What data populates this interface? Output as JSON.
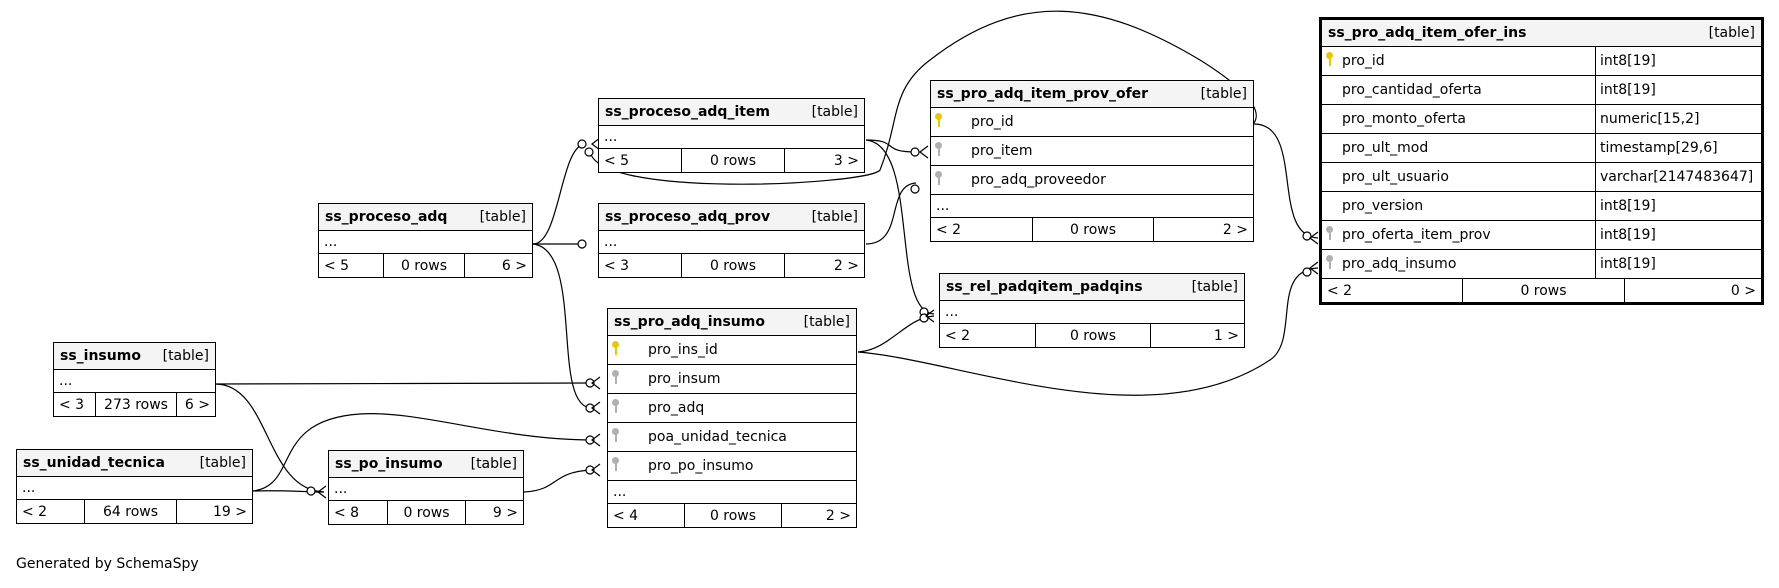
{
  "footer_text": "Generated by SchemaSpy",
  "tables": {
    "ss_proceso_adq_item": {
      "name": "ss_proceso_adq_item",
      "kind": "[table]",
      "dots": "...",
      "foot": [
        "< 5",
        "0 rows",
        "3 >"
      ]
    },
    "ss_proceso_adq": {
      "name": "ss_proceso_adq",
      "kind": "[table]",
      "dots": "...",
      "foot": [
        "< 5",
        "0 rows",
        "6 >"
      ]
    },
    "ss_proceso_adq_prov": {
      "name": "ss_proceso_adq_prov",
      "kind": "[table]",
      "dots": "...",
      "foot": [
        "< 3",
        "0 rows",
        "2 >"
      ]
    },
    "ss_pro_adq_item_prov_ofer": {
      "name": "ss_pro_adq_item_prov_ofer",
      "kind": "[table]",
      "columns": [
        {
          "name": "pro_id",
          "key": "pk"
        },
        {
          "name": "pro_item",
          "key": "fk"
        },
        {
          "name": "pro_adq_proveedor",
          "key": "fk"
        }
      ],
      "dots": "...",
      "foot": [
        "< 2",
        "0 rows",
        "2 >"
      ]
    },
    "ss_rel_padqitem_padqins": {
      "name": "ss_rel_padqitem_padqins",
      "kind": "[table]",
      "dots": "...",
      "foot": [
        "< 2",
        "0 rows",
        "1 >"
      ]
    },
    "ss_pro_adq_insumo": {
      "name": "ss_pro_adq_insumo",
      "kind": "[table]",
      "columns": [
        {
          "name": "pro_ins_id",
          "key": "pk"
        },
        {
          "name": "pro_insum",
          "key": "fk"
        },
        {
          "name": "pro_adq",
          "key": "fk"
        },
        {
          "name": "poa_unidad_tecnica",
          "key": "fk"
        },
        {
          "name": "pro_po_insumo",
          "key": "fk"
        }
      ],
      "dots": "...",
      "foot": [
        "< 4",
        "0 rows",
        "2 >"
      ]
    },
    "ss_insumo": {
      "name": "ss_insumo",
      "kind": "[table]",
      "dots": "...",
      "foot": [
        "< 3",
        "273 rows",
        "6 >"
      ]
    },
    "ss_unidad_tecnica": {
      "name": "ss_unidad_tecnica",
      "kind": "[table]",
      "dots": "...",
      "foot": [
        "< 2",
        "64 rows",
        "19 >"
      ]
    },
    "ss_po_insumo": {
      "name": "ss_po_insumo",
      "kind": "[table]",
      "dots": "...",
      "foot": [
        "< 8",
        "0 rows",
        "9 >"
      ]
    },
    "ss_pro_adq_item_ofer_ins": {
      "name": "ss_pro_adq_item_ofer_ins",
      "kind": "[table]",
      "columns": [
        {
          "name": "pro_id",
          "type": "int8[19]",
          "key": "pk"
        },
        {
          "name": "pro_cantidad_oferta",
          "type": "int8[19]",
          "key": ""
        },
        {
          "name": "pro_monto_oferta",
          "type": "numeric[15,2]",
          "key": ""
        },
        {
          "name": "pro_ult_mod",
          "type": "timestamp[29,6]",
          "key": ""
        },
        {
          "name": "pro_ult_usuario",
          "type": "varchar[2147483647]",
          "key": ""
        },
        {
          "name": "pro_version",
          "type": "int8[19]",
          "key": ""
        },
        {
          "name": "pro_oferta_item_prov",
          "type": "int8[19]",
          "key": "fk"
        },
        {
          "name": "pro_adq_insumo",
          "type": "int8[19]",
          "key": "fk"
        }
      ],
      "foot": [
        "< 2",
        "0 rows",
        "0 >"
      ]
    }
  }
}
